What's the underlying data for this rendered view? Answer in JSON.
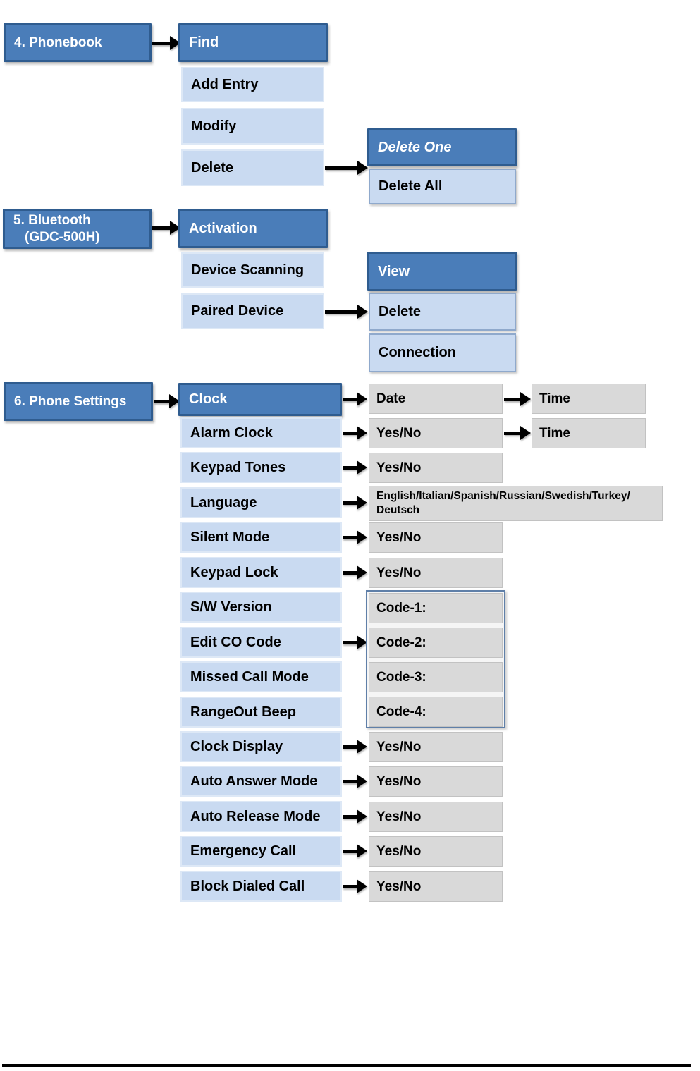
{
  "colors": {
    "node_dark_blue": "#4a7db9",
    "node_dark_border": "#2f5c8f",
    "node_light_blue": "#c9daf1",
    "value_gray": "#d9d9d9",
    "arrow_black": "#000000"
  },
  "phonebook": {
    "root": "4. Phonebook",
    "header": "Find",
    "items": [
      "Add Entry",
      "Modify",
      "Delete"
    ],
    "submenu": {
      "header": "Delete One",
      "items": [
        "Delete All"
      ]
    }
  },
  "bluetooth": {
    "root_line1": "5. Bluetooth",
    "root_line2": "(GDC-500H)",
    "header": "Activation",
    "items": [
      "Device Scanning",
      "Paired Device"
    ],
    "submenu": {
      "header": "View",
      "items": [
        "Delete",
        "Connection"
      ]
    }
  },
  "settings": {
    "root": "6. Phone Settings",
    "rows": [
      {
        "label": "Clock",
        "value": "Date",
        "value2": "Time"
      },
      {
        "label": "Alarm Clock",
        "value": "Yes/No",
        "value2": "Time"
      },
      {
        "label": "Keypad Tones",
        "value": "Yes/No"
      },
      {
        "label": "Language",
        "value": "English/Italian/Spanish/Russian/Swedish/Turkey/",
        "value2": "Deutsch"
      },
      {
        "label": "Silent Mode",
        "value": "Yes/No"
      },
      {
        "label": "Keypad Lock",
        "value": "Yes/No"
      },
      {
        "label": "S/W Version"
      },
      {
        "label": "Edit CO Code"
      },
      {
        "label": "Missed Call Mode"
      },
      {
        "label": "RangeOut Beep"
      },
      {
        "label": "Clock Display",
        "value": "Yes/No"
      },
      {
        "label": "Auto Answer Mode",
        "value": "Yes/No"
      },
      {
        "label": "Auto Release Mode",
        "value": "Yes/No"
      },
      {
        "label": "Emergency Call",
        "value": "Yes/No"
      },
      {
        "label": "Block Dialed Call",
        "value": "Yes/No"
      }
    ],
    "codes": [
      "Code-1:",
      "Code-2:",
      "Code-3:",
      "Code-4:"
    ]
  }
}
